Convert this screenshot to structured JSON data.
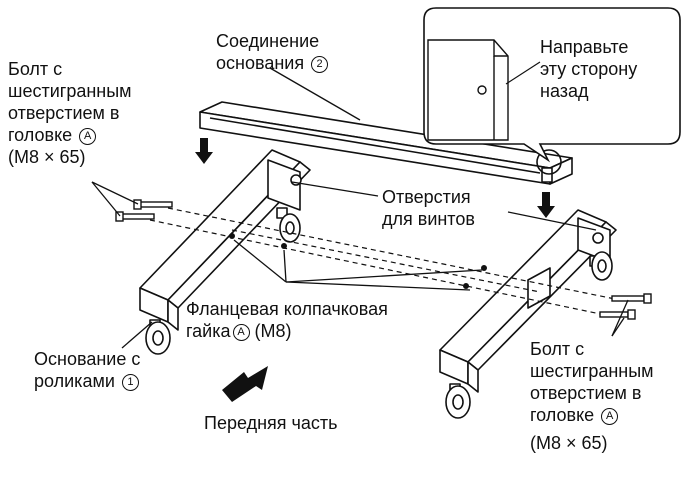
{
  "labels": {
    "base_connector": {
      "line1": "Соединение",
      "line2": "основания",
      "mark": "2"
    },
    "bolt_left": {
      "line1": "Болт с",
      "line2": "шестигранным",
      "line3": "отверстием в",
      "line4": "головке",
      "mark": "A",
      "size": "(M8 × 65)"
    },
    "orient_note": {
      "line1": "Направьте",
      "line2": "эту сторону",
      "line3": "назад"
    },
    "screw_holes": {
      "line1": "Отверстия",
      "line2": "для винтов"
    },
    "flange_nut": {
      "line1": "Фланцевая колпачковая",
      "line2_pre": "гайка",
      "mark": "A",
      "line2_post": "(M8)"
    },
    "caster_base": {
      "line1": "Основание с",
      "line2": "роликами",
      "mark": "1"
    },
    "front": {
      "text": "Передняя часть"
    },
    "bolt_right": {
      "line1": "Болт с",
      "line2": "шестигранным",
      "line3": "отверстием в",
      "line4": "головке",
      "mark": "A",
      "size": "(M8 × 65)"
    }
  },
  "colors": {
    "line": "#111111",
    "background": "#ffffff"
  }
}
